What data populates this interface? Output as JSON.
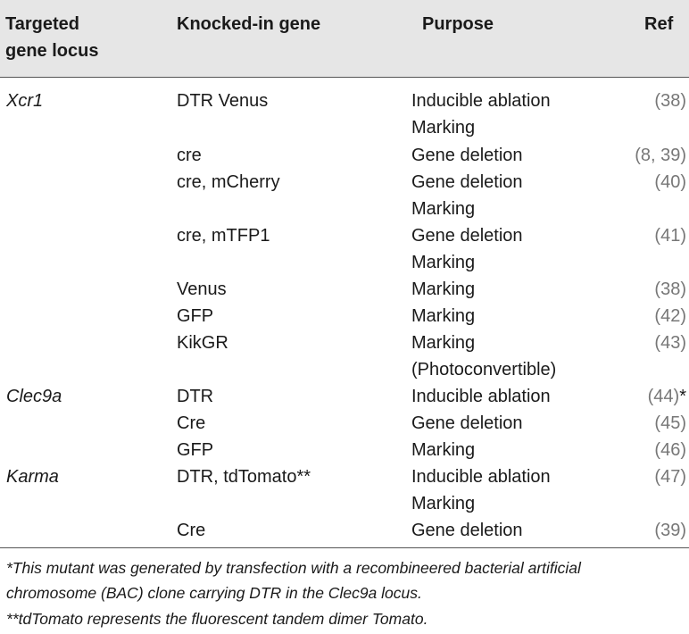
{
  "table": {
    "headers": {
      "locus_line1": "Targeted",
      "locus_line2": "gene locus",
      "gene": "Knocked-in gene",
      "purpose": "Purpose",
      "ref": "Ref"
    },
    "rows": [
      {
        "locus": "Xcr1",
        "gene": "DTR Venus",
        "purpose": [
          "Inducible ablation",
          "Marking"
        ],
        "ref": [
          {
            "t": "(",
            "c": "g"
          },
          {
            "t": "38",
            "c": "g"
          },
          {
            "t": ")",
            "c": "g"
          }
        ]
      },
      {
        "locus": "",
        "gene": "cre",
        "purpose": [
          "Gene deletion"
        ],
        "ref": [
          {
            "t": "(8, 39)",
            "c": "g"
          }
        ]
      },
      {
        "locus": "",
        "gene": "cre, mCherry",
        "purpose": [
          "Gene deletion",
          "Marking"
        ],
        "ref": [
          {
            "t": "(40)",
            "c": "g"
          }
        ]
      },
      {
        "locus": "",
        "gene": "cre, mTFP1",
        "purpose": [
          "Gene deletion",
          "Marking"
        ],
        "ref": [
          {
            "t": "(41)",
            "c": "g"
          }
        ]
      },
      {
        "locus": "",
        "gene": "Venus",
        "purpose": [
          "Marking"
        ],
        "ref": [
          {
            "t": "(38)",
            "c": "g"
          }
        ]
      },
      {
        "locus": "",
        "gene": "GFP",
        "purpose": [
          "Marking"
        ],
        "ref": [
          {
            "t": "(42)",
            "c": "g"
          }
        ]
      },
      {
        "locus": "",
        "gene": "KikGR",
        "purpose": [
          "Marking",
          "(Photoconvertible)"
        ],
        "ref": [
          {
            "t": "(43)",
            "c": "g"
          }
        ]
      },
      {
        "locus": "Clec9a",
        "gene": "DTR",
        "purpose": [
          "Inducible ablation"
        ],
        "ref": [
          {
            "t": "(44)",
            "c": "g"
          },
          {
            "t": "*",
            "c": "k"
          }
        ]
      },
      {
        "locus": "",
        "gene": "Cre",
        "purpose": [
          "Gene deletion"
        ],
        "ref": [
          {
            "t": "(45)",
            "c": "g"
          }
        ]
      },
      {
        "locus": "",
        "gene": "GFP",
        "purpose": [
          "Marking"
        ],
        "ref": [
          {
            "t": "(46)",
            "c": "g"
          }
        ]
      },
      {
        "locus": "Karma",
        "gene": "DTR, tdTomato**",
        "purpose": [
          "Inducible ablation",
          "Marking"
        ],
        "ref": [
          {
            "t": "(47)",
            "c": "g"
          }
        ]
      },
      {
        "locus": "",
        "gene": "Cre",
        "purpose": [
          "Gene deletion"
        ],
        "ref": [
          {
            "t": "(39)",
            "c": "g"
          }
        ]
      }
    ]
  },
  "footnotes": [
    "*This mutant was generated by transfection with a recombineered bacterial artificial",
    "chromosome (BAC) clone carrying DTR in the Clec9a locus.",
    "**tdTomato represents the fluorescent tandem dimer Tomato."
  ]
}
